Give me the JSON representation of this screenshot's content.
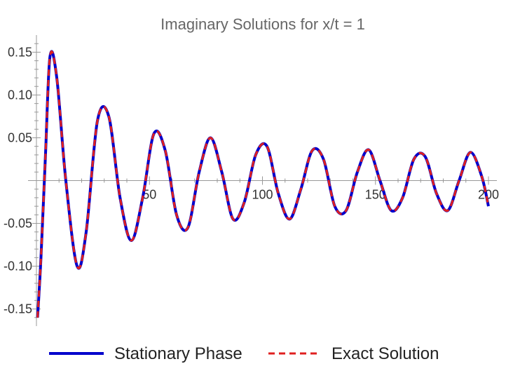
{
  "chart_data": {
    "type": "line",
    "title": "Imaginary Solutions for x/t = 1",
    "xlabel": "",
    "ylabel": "",
    "xlim": [
      0,
      200
    ],
    "ylim": [
      -0.17,
      0.17
    ],
    "x_ticks": [
      50,
      100,
      150,
      200
    ],
    "y_ticks": [
      -0.15,
      -0.1,
      -0.05,
      0.05,
      0.1,
      0.15
    ],
    "x_tick_labels": [
      "50",
      "100",
      "150",
      "200"
    ],
    "y_tick_labels": [
      "-0.15",
      "-0.10",
      "-0.05",
      "0.05",
      "0.10",
      "0.15"
    ],
    "grid": false,
    "legend_position": "bottom",
    "series": [
      {
        "name": "Stationary Phase",
        "color": "#0000cc",
        "style": "solid",
        "x": [
          0.5,
          2,
          4,
          6,
          9,
          13,
          18,
          22,
          27,
          32,
          37,
          42,
          47,
          52,
          57,
          62,
          67,
          72,
          77,
          82,
          87,
          92,
          97,
          102,
          107,
          112,
          117,
          122,
          127,
          132,
          137,
          142,
          147,
          152,
          157,
          162,
          167,
          172,
          177,
          182,
          187,
          192,
          197,
          200
        ],
        "y": [
          -0.16,
          -0.09,
          0.03,
          0.145,
          0.12,
          0.0,
          -0.1,
          -0.06,
          0.07,
          0.075,
          -0.02,
          -0.07,
          -0.02,
          0.055,
          0.035,
          -0.04,
          -0.055,
          0.01,
          0.05,
          0.01,
          -0.045,
          -0.025,
          0.03,
          0.04,
          -0.015,
          -0.045,
          -0.01,
          0.035,
          0.025,
          -0.03,
          -0.035,
          0.01,
          0.036,
          0.0,
          -0.035,
          -0.02,
          0.025,
          0.028,
          -0.015,
          -0.035,
          0.0,
          0.033,
          0.005,
          -0.03
        ]
      },
      {
        "name": "Exact Solution",
        "color": "#e02020",
        "style": "dashed",
        "x": [
          0.5,
          2,
          4,
          6,
          9,
          13,
          18,
          22,
          27,
          32,
          37,
          42,
          47,
          52,
          57,
          62,
          67,
          72,
          77,
          82,
          87,
          92,
          97,
          102,
          107,
          112,
          117,
          122,
          127,
          132,
          137,
          142,
          147,
          152,
          157,
          162,
          167,
          172,
          177,
          182,
          187,
          192,
          197,
          200
        ],
        "y": [
          -0.16,
          -0.09,
          0.03,
          0.145,
          0.12,
          0.0,
          -0.1,
          -0.06,
          0.07,
          0.075,
          -0.02,
          -0.07,
          -0.02,
          0.055,
          0.035,
          -0.04,
          -0.055,
          0.01,
          0.05,
          0.01,
          -0.045,
          -0.025,
          0.03,
          0.04,
          -0.015,
          -0.045,
          -0.01,
          0.035,
          0.025,
          -0.03,
          -0.035,
          0.01,
          0.036,
          0.0,
          -0.035,
          -0.02,
          0.025,
          0.028,
          -0.015,
          -0.035,
          0.0,
          0.033,
          0.005,
          -0.03
        ]
      }
    ]
  }
}
